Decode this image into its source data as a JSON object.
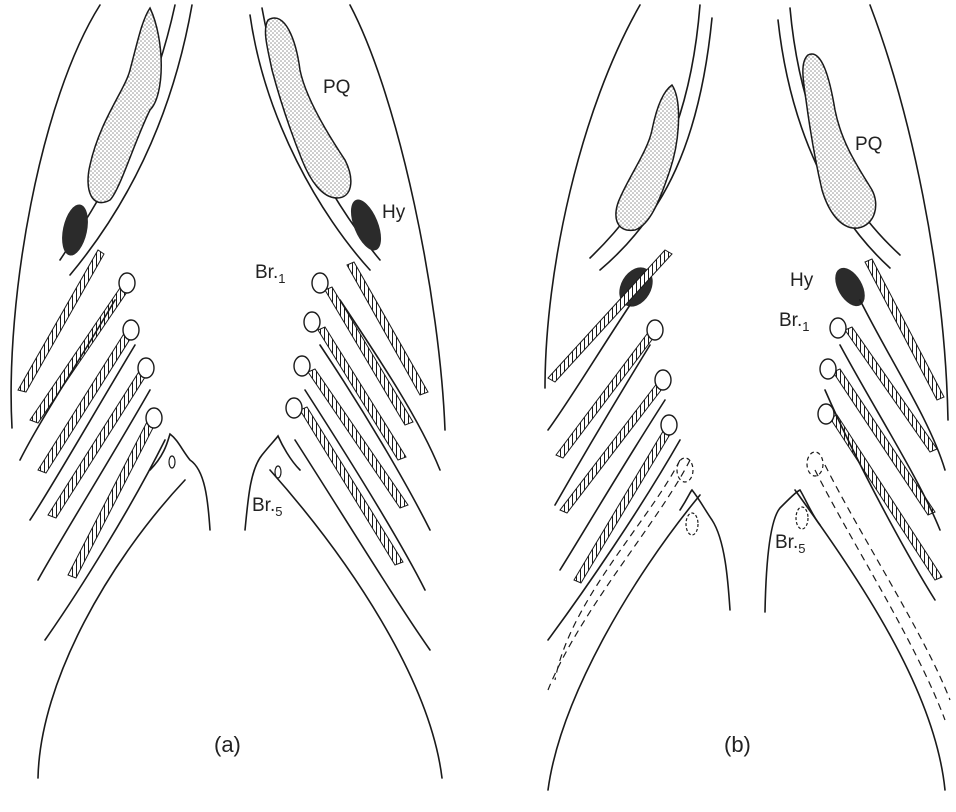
{
  "labels": {
    "pq": "PQ",
    "hy": "Hy",
    "br": "Br.",
    "br1_sub": "1",
    "br5_sub": "5"
  },
  "captions": {
    "a": "(a)",
    "b": "(b)"
  },
  "colors": {
    "ink": "#1a1a1a",
    "hyomandibular_fill": "#2b2b2b",
    "palatoquadrate_stipple": "#9a9a9a"
  }
}
